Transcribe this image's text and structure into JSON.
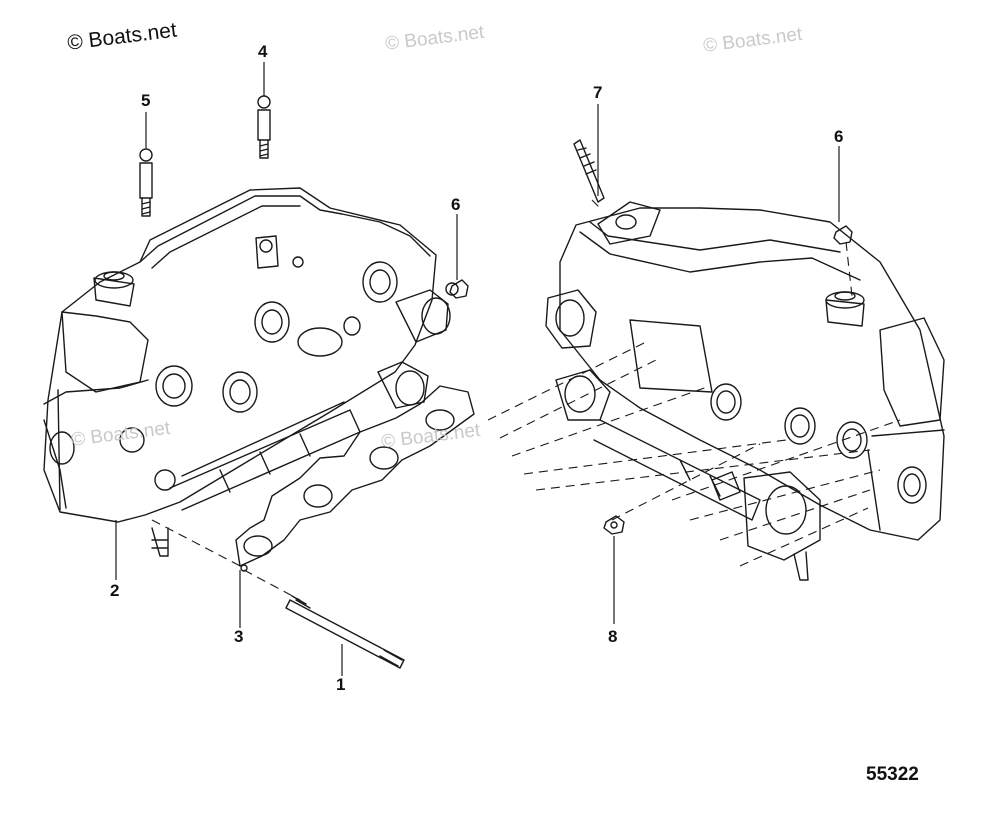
{
  "watermark": {
    "main": "© Boats.net",
    "faint": [
      "© Boats.net",
      "© Boats.net",
      "© Boats.net",
      "© Boats.net"
    ]
  },
  "callouts": [
    "1",
    "2",
    "3",
    "4",
    "5",
    "6",
    "6",
    "7",
    "8"
  ],
  "figure_id": "55322"
}
